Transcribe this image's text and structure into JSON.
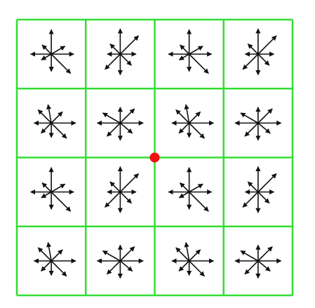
{
  "colors": {
    "background": "#ffffff",
    "grid_line": "#33dd33",
    "arrow": "#111111",
    "keypoint": "#ee1111"
  },
  "grid": {
    "rows": 4,
    "cols": 4
  },
  "keypoint": {
    "icon": "red-dot",
    "row_boundary": 2,
    "col_boundary": 2
  },
  "cells": [
    {
      "row": 0,
      "col": 0,
      "arrows": [
        {
          "angle": 0,
          "length": 0.78
        },
        {
          "angle": 30,
          "length": 0.55
        },
        {
          "angle": 90,
          "length": 0.85
        },
        {
          "angle": 135,
          "length": 0.45
        },
        {
          "angle": 180,
          "length": 0.72
        },
        {
          "angle": 210,
          "length": 0.4
        },
        {
          "angle": 270,
          "length": 0.6
        },
        {
          "angle": 315,
          "length": 0.95
        }
      ]
    },
    {
      "row": 0,
      "col": 1,
      "arrows": [
        {
          "angle": 0,
          "length": 0.55
        },
        {
          "angle": 45,
          "length": 0.9
        },
        {
          "angle": 90,
          "length": 0.88
        },
        {
          "angle": 135,
          "length": 0.5
        },
        {
          "angle": 180,
          "length": 0.45
        },
        {
          "angle": 225,
          "length": 0.75
        },
        {
          "angle": 270,
          "length": 0.72
        },
        {
          "angle": 315,
          "length": 0.55
        }
      ]
    },
    {
      "row": 0,
      "col": 2,
      "arrows": [
        {
          "angle": 0,
          "length": 0.78
        },
        {
          "angle": 30,
          "length": 0.55
        },
        {
          "angle": 90,
          "length": 0.85
        },
        {
          "angle": 135,
          "length": 0.45
        },
        {
          "angle": 180,
          "length": 0.72
        },
        {
          "angle": 210,
          "length": 0.4
        },
        {
          "angle": 270,
          "length": 0.6
        },
        {
          "angle": 315,
          "length": 0.95
        }
      ]
    },
    {
      "row": 0,
      "col": 3,
      "arrows": [
        {
          "angle": 0,
          "length": 0.55
        },
        {
          "angle": 45,
          "length": 0.9
        },
        {
          "angle": 90,
          "length": 0.88
        },
        {
          "angle": 135,
          "length": 0.5
        },
        {
          "angle": 180,
          "length": 0.45
        },
        {
          "angle": 225,
          "length": 0.75
        },
        {
          "angle": 270,
          "length": 0.72
        },
        {
          "angle": 315,
          "length": 0.55
        }
      ]
    },
    {
      "row": 1,
      "col": 0,
      "arrows": [
        {
          "angle": 0,
          "length": 0.85
        },
        {
          "angle": 45,
          "length": 0.55
        },
        {
          "angle": 100,
          "length": 0.65
        },
        {
          "angle": 135,
          "length": 0.65
        },
        {
          "angle": 180,
          "length": 0.6
        },
        {
          "angle": 225,
          "length": 0.5
        },
        {
          "angle": 270,
          "length": 0.5
        },
        {
          "angle": 315,
          "length": 0.75
        }
      ]
    },
    {
      "row": 1,
      "col": 1,
      "arrows": [
        {
          "angle": 0,
          "length": 0.8
        },
        {
          "angle": 45,
          "length": 0.7
        },
        {
          "angle": 90,
          "length": 0.55
        },
        {
          "angle": 150,
          "length": 0.7
        },
        {
          "angle": 180,
          "length": 0.8
        },
        {
          "angle": 225,
          "length": 0.65
        },
        {
          "angle": 270,
          "length": 0.6
        },
        {
          "angle": 320,
          "length": 0.55
        }
      ]
    },
    {
      "row": 1,
      "col": 2,
      "arrows": [
        {
          "angle": 0,
          "length": 0.85
        },
        {
          "angle": 45,
          "length": 0.55
        },
        {
          "angle": 100,
          "length": 0.65
        },
        {
          "angle": 135,
          "length": 0.65
        },
        {
          "angle": 180,
          "length": 0.6
        },
        {
          "angle": 225,
          "length": 0.5
        },
        {
          "angle": 270,
          "length": 0.5
        },
        {
          "angle": 315,
          "length": 0.75
        }
      ]
    },
    {
      "row": 1,
      "col": 3,
      "arrows": [
        {
          "angle": 0,
          "length": 0.8
        },
        {
          "angle": 45,
          "length": 0.7
        },
        {
          "angle": 90,
          "length": 0.55
        },
        {
          "angle": 150,
          "length": 0.7
        },
        {
          "angle": 180,
          "length": 0.8
        },
        {
          "angle": 225,
          "length": 0.65
        },
        {
          "angle": 270,
          "length": 0.6
        },
        {
          "angle": 320,
          "length": 0.55
        }
      ]
    },
    {
      "row": 2,
      "col": 0,
      "arrows": [
        {
          "angle": 0,
          "length": 0.78
        },
        {
          "angle": 30,
          "length": 0.55
        },
        {
          "angle": 90,
          "length": 0.85
        },
        {
          "angle": 135,
          "length": 0.45
        },
        {
          "angle": 180,
          "length": 0.72
        },
        {
          "angle": 210,
          "length": 0.4
        },
        {
          "angle": 270,
          "length": 0.6
        },
        {
          "angle": 315,
          "length": 0.95
        }
      ]
    },
    {
      "row": 2,
      "col": 1,
      "arrows": [
        {
          "angle": 0,
          "length": 0.55
        },
        {
          "angle": 45,
          "length": 0.9
        },
        {
          "angle": 90,
          "length": 0.88
        },
        {
          "angle": 135,
          "length": 0.5
        },
        {
          "angle": 180,
          "length": 0.45
        },
        {
          "angle": 225,
          "length": 0.75
        },
        {
          "angle": 270,
          "length": 0.72
        },
        {
          "angle": 315,
          "length": 0.55
        }
      ]
    },
    {
      "row": 2,
      "col": 2,
      "arrows": [
        {
          "angle": 0,
          "length": 0.78
        },
        {
          "angle": 30,
          "length": 0.55
        },
        {
          "angle": 90,
          "length": 0.85
        },
        {
          "angle": 135,
          "length": 0.45
        },
        {
          "angle": 180,
          "length": 0.72
        },
        {
          "angle": 210,
          "length": 0.4
        },
        {
          "angle": 270,
          "length": 0.6
        },
        {
          "angle": 315,
          "length": 0.95
        }
      ]
    },
    {
      "row": 2,
      "col": 3,
      "arrows": [
        {
          "angle": 0,
          "length": 0.55
        },
        {
          "angle": 45,
          "length": 0.9
        },
        {
          "angle": 90,
          "length": 0.88
        },
        {
          "angle": 135,
          "length": 0.5
        },
        {
          "angle": 180,
          "length": 0.45
        },
        {
          "angle": 225,
          "length": 0.75
        },
        {
          "angle": 270,
          "length": 0.72
        },
        {
          "angle": 315,
          "length": 0.55
        }
      ]
    },
    {
      "row": 3,
      "col": 0,
      "arrows": [
        {
          "angle": 0,
          "length": 0.85
        },
        {
          "angle": 45,
          "length": 0.55
        },
        {
          "angle": 100,
          "length": 0.65
        },
        {
          "angle": 135,
          "length": 0.65
        },
        {
          "angle": 180,
          "length": 0.6
        },
        {
          "angle": 225,
          "length": 0.5
        },
        {
          "angle": 270,
          "length": 0.5
        },
        {
          "angle": 315,
          "length": 0.75
        }
      ]
    },
    {
      "row": 3,
      "col": 1,
      "arrows": [
        {
          "angle": 0,
          "length": 0.8
        },
        {
          "angle": 45,
          "length": 0.7
        },
        {
          "angle": 90,
          "length": 0.55
        },
        {
          "angle": 150,
          "length": 0.7
        },
        {
          "angle": 180,
          "length": 0.8
        },
        {
          "angle": 225,
          "length": 0.65
        },
        {
          "angle": 270,
          "length": 0.6
        },
        {
          "angle": 320,
          "length": 0.55
        }
      ]
    },
    {
      "row": 3,
      "col": 2,
      "arrows": [
        {
          "angle": 0,
          "length": 0.85
        },
        {
          "angle": 45,
          "length": 0.55
        },
        {
          "angle": 100,
          "length": 0.65
        },
        {
          "angle": 135,
          "length": 0.65
        },
        {
          "angle": 180,
          "length": 0.6
        },
        {
          "angle": 225,
          "length": 0.5
        },
        {
          "angle": 270,
          "length": 0.5
        },
        {
          "angle": 315,
          "length": 0.75
        }
      ]
    },
    {
      "row": 3,
      "col": 3,
      "arrows": [
        {
          "angle": 0,
          "length": 0.8
        },
        {
          "angle": 45,
          "length": 0.7
        },
        {
          "angle": 90,
          "length": 0.55
        },
        {
          "angle": 150,
          "length": 0.7
        },
        {
          "angle": 180,
          "length": 0.8
        },
        {
          "angle": 225,
          "length": 0.65
        },
        {
          "angle": 270,
          "length": 0.6
        },
        {
          "angle": 320,
          "length": 0.55
        }
      ]
    }
  ]
}
